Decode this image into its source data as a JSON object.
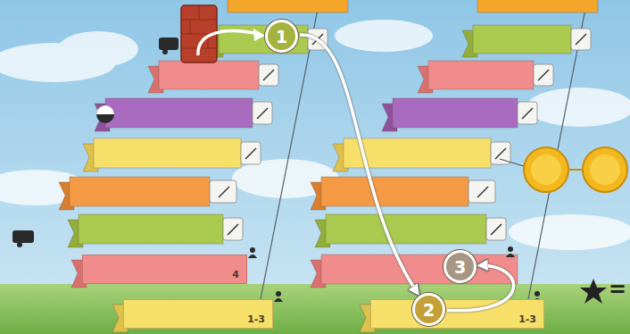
{
  "diagram": {
    "nodes": [
      {
        "text": [
          "1"
        ]
      },
      {
        "text": [
          "4"
        ]
      },
      {
        "text": [
          "3"
        ]
      },
      {
        "text": [
          "2"
        ]
      },
      {
        "text": [
          "1-3"
        ]
      },
      {
        "text": [
          "1-3"
        ]
      }
    ],
    "edges": [
      {
        "from": 0,
        "to": 3,
        "arrow": "to"
      },
      {
        "from": 3,
        "to": 2,
        "arrow": "to"
      }
    ],
    "labels": [
      "="
    ]
  }
}
